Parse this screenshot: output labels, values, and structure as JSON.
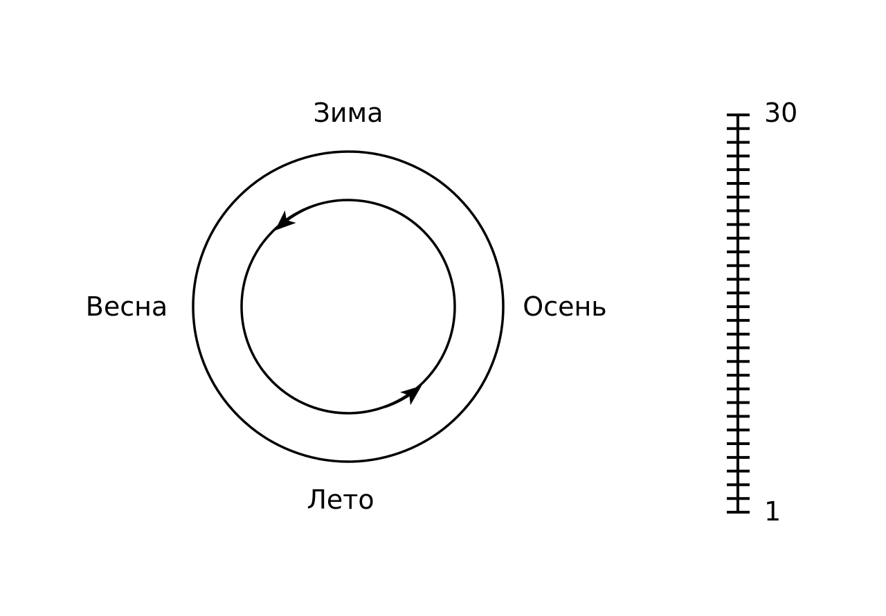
{
  "diagram": {
    "seasons": {
      "top": "Зима",
      "left": "Весна",
      "right": "Осень",
      "bottom": "Лето"
    },
    "cycle_direction": "counterclockwise"
  },
  "scale": {
    "max_label": "30",
    "min_label": "1",
    "max_value": 30,
    "min_value": 1,
    "tick_count": 30
  },
  "colors": {
    "stroke": "#000000",
    "background": "#ffffff"
  }
}
